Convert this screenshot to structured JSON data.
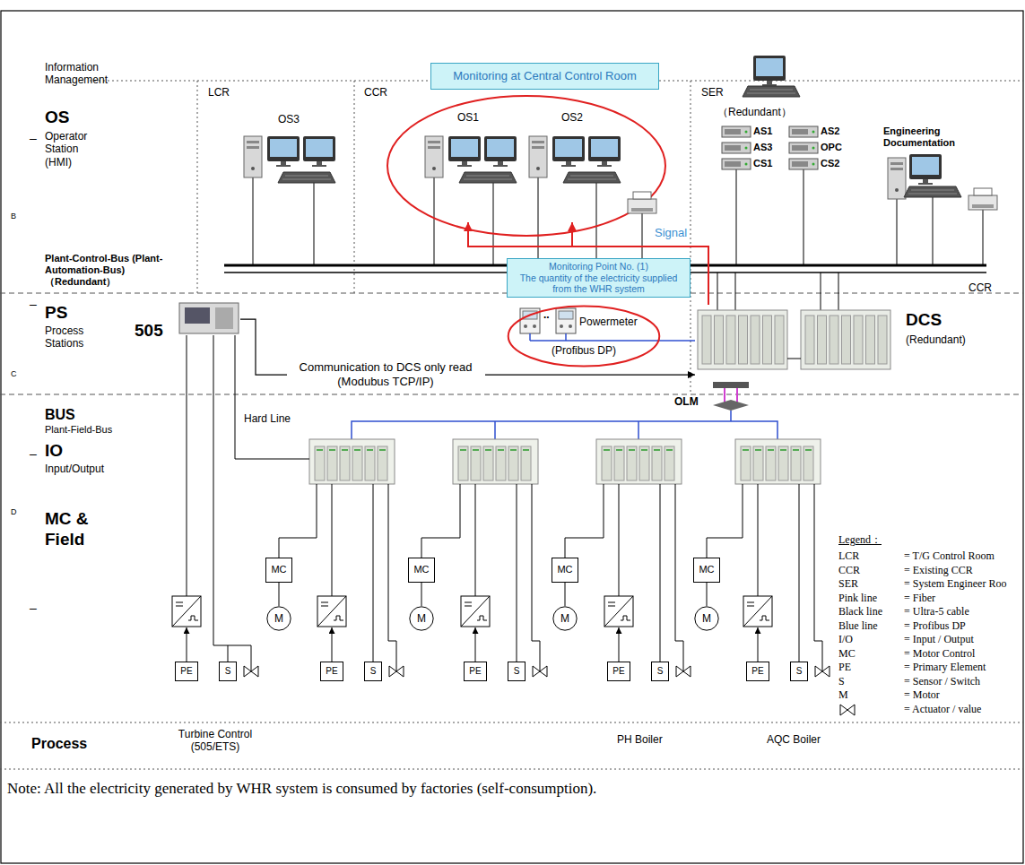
{
  "diagram": {
    "nodes": [
      {
        "text": [
          "Monitoring at Central Control Room"
        ]
      },
      {
        "text": [
          "OS1"
        ]
      },
      {
        "text": [
          "OS2"
        ]
      },
      {
        "text": [
          "Monitoring Point No. (1)",
          "The quantity of the electricity supplied from the WHR system"
        ]
      },
      {
        "text": [
          "505"
        ]
      },
      {
        "text": [
          "..",
          "Powermeter",
          "(Profibus DP)"
        ]
      },
      {
        "text": [
          "DCS",
          "(Redundant)"
        ]
      },
      {
        "text": [
          "MC"
        ]
      },
      {
        "text": [
          "MC"
        ]
      },
      {
        "text": [
          "MC"
        ]
      },
      {
        "text": [
          "MC"
        ]
      },
      {
        "text": [
          "M"
        ]
      },
      {
        "text": [
          "M"
        ]
      },
      {
        "text": [
          "M"
        ]
      },
      {
        "text": [
          "M"
        ]
      },
      {
        "text": [
          "PE"
        ]
      },
      {
        "text": [
          "PE"
        ]
      },
      {
        "text": [
          "PE"
        ]
      },
      {
        "text": [
          "PE"
        ]
      },
      {
        "text": [
          "PE"
        ]
      },
      {
        "text": [
          "S"
        ]
      },
      {
        "text": [
          "S"
        ]
      },
      {
        "text": [
          "S"
        ]
      },
      {
        "text": [
          "S"
        ]
      },
      {
        "text": [
          "S"
        ]
      }
    ],
    "edges": [
      {
        "from": 6,
        "to": 1,
        "arrow": "to"
      },
      {
        "from": 6,
        "to": 2,
        "arrow": "to"
      },
      {
        "from": 5,
        "to": 6,
        "arrow": "none"
      },
      {
        "from": 4,
        "to": 6,
        "label": "Communication to DCS only read (Modubus TCP/IP)",
        "arrow": "to"
      },
      {
        "from": 7,
        "to": 11,
        "arrow": "none"
      },
      {
        "from": 8,
        "to": 12,
        "arrow": "none"
      },
      {
        "from": 9,
        "to": 13,
        "arrow": "none"
      },
      {
        "from": 10,
        "to": 14,
        "arrow": "none"
      }
    ],
    "labels": [
      "Information Management",
      "–",
      "OS",
      "Operator Station (HMI)",
      "B",
      "Plant-Control-Bus (Plant-Automation-Bus) （Redundant）",
      "–",
      "PS",
      "Process Stations",
      "C",
      "BUS",
      "Plant-Field-Bus",
      "–",
      "IO",
      "Input/Output",
      "D",
      "MC & Field",
      "–",
      "Process",
      "LCR",
      "CCR",
      "SER",
      "OS3",
      "（Redundant）",
      "Engineering Documentation",
      "AS1",
      "AS2",
      "AS3",
      "OPC",
      "CS1",
      "CS2",
      "Signal",
      "CCR",
      "Hard Line",
      "OLM",
      "Turbine Control (505/ETS)",
      "PH Boiler",
      "AQC Boiler",
      "Legend：",
      "LCR",
      "= T/G Control Room",
      "CCR",
      "= Existing CCR",
      "SER",
      "= System Engineer Roo",
      "Pink line",
      "= Fiber",
      "Black line",
      "= Ultra-5 cable",
      "Blue line",
      "= Profibus DP",
      "I/O",
      "= Input / Output",
      "MC",
      "= Motor Control",
      "PE",
      "= Primary Element",
      "S",
      "= Sensor / Switch",
      "M",
      "= Motor",
      "Note: All the electricity generated by WHR system is consumed by factories (self-consumption)."
    ],
    "legend": [
      {
        "text": "= Actuator / value"
      }
    ]
  }
}
